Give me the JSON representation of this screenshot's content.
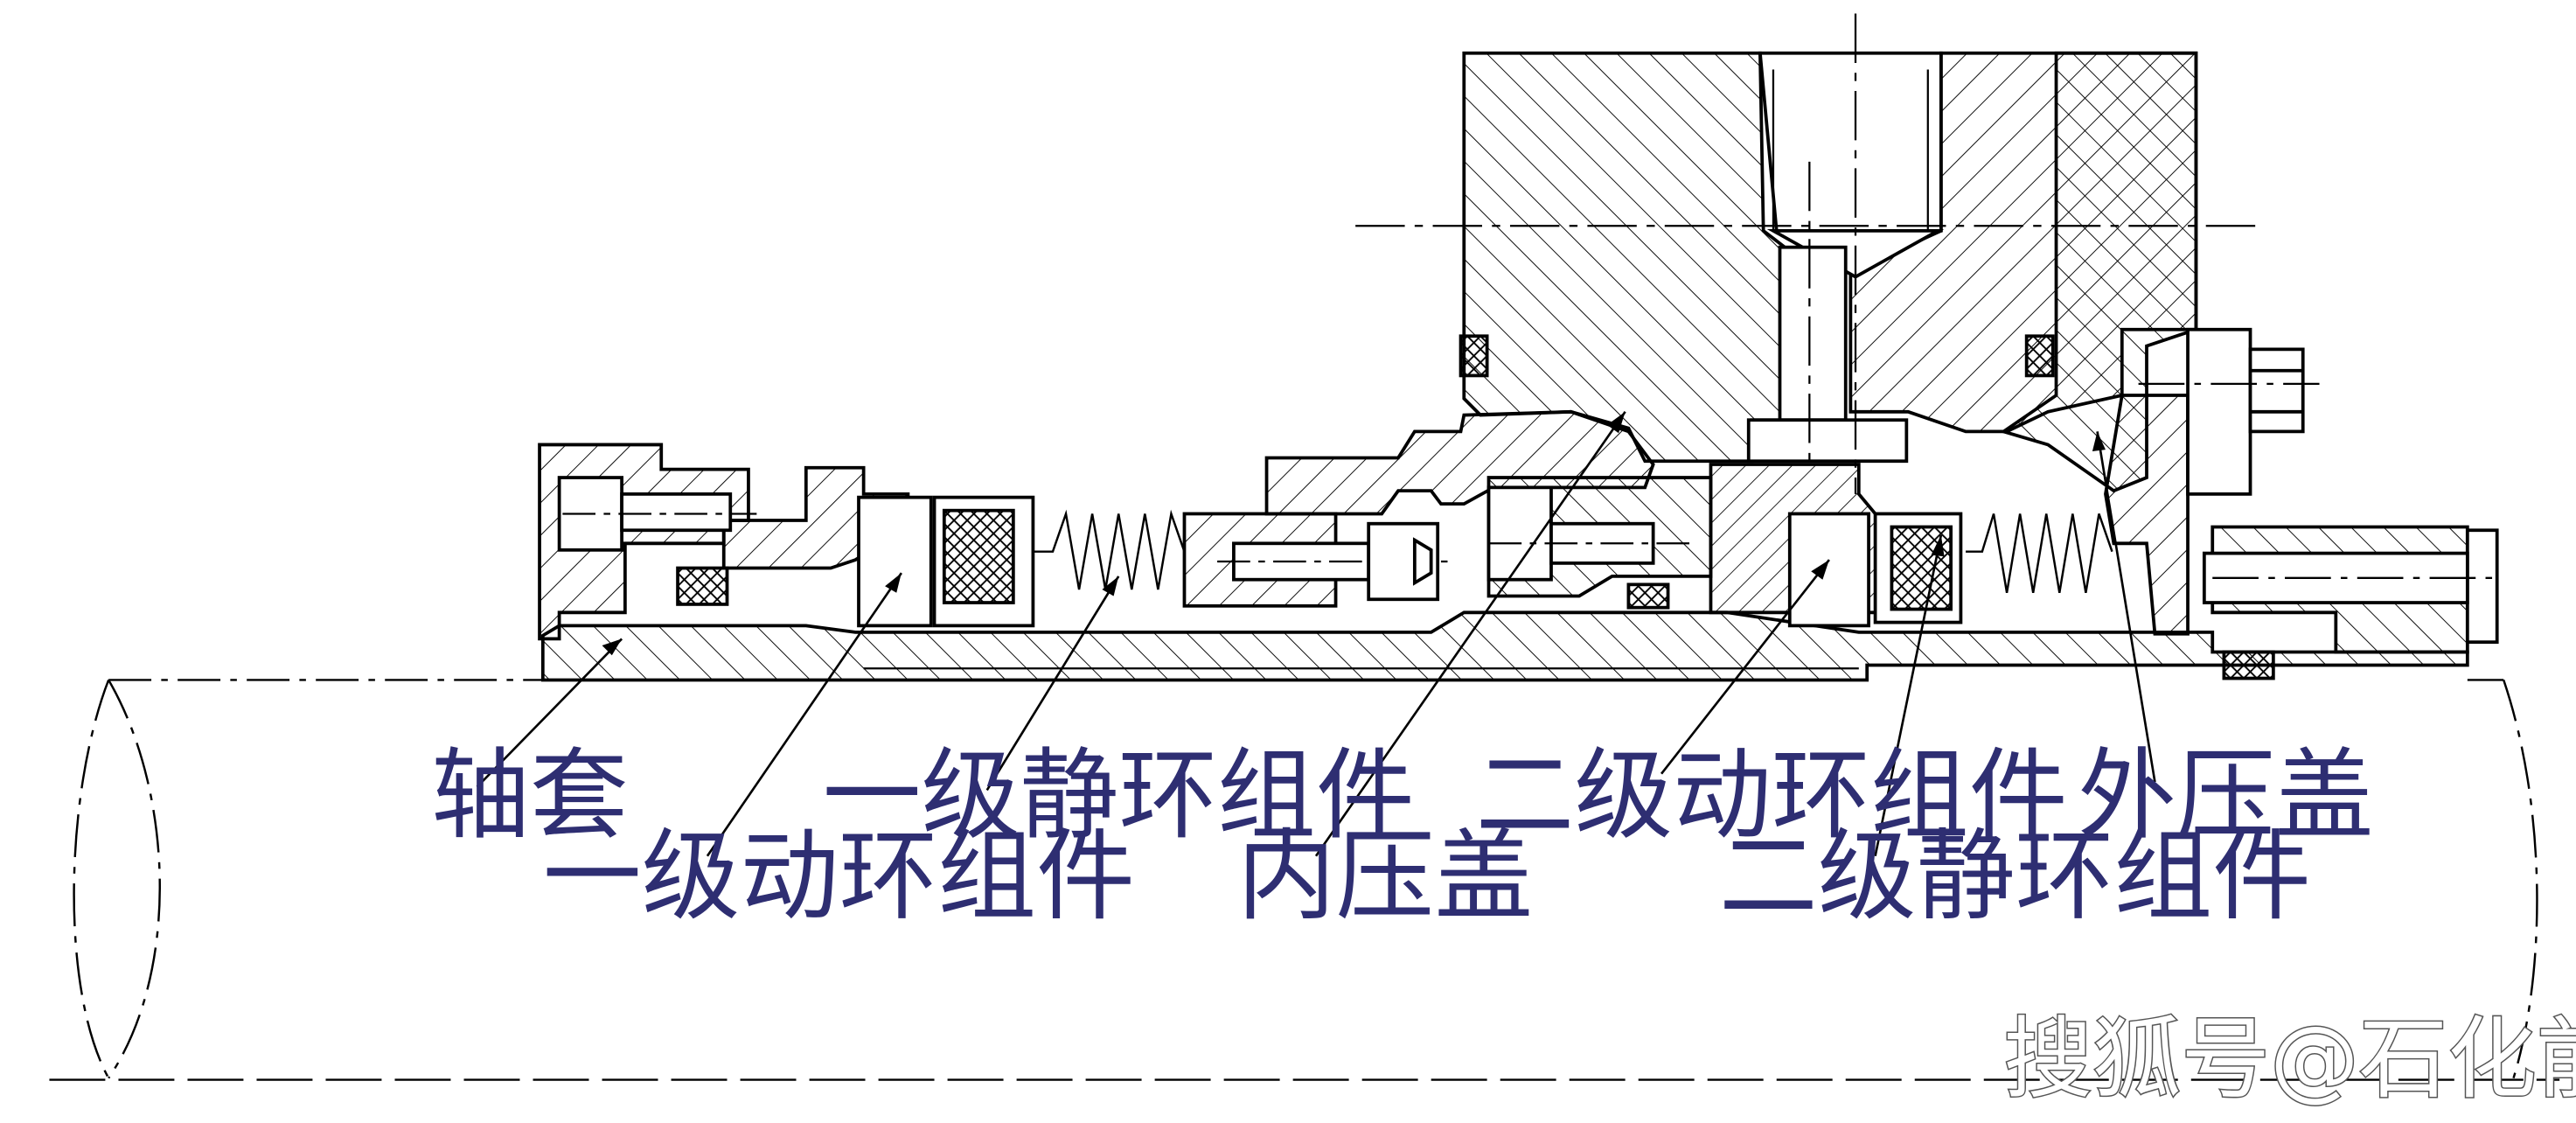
{
  "labels": {
    "shaft_sleeve": "轴套",
    "primary_rotating_ring": "一级动环组件",
    "primary_stationary_ring": "一级静环组件",
    "inner_gland": "内压盖",
    "secondary_rotating_ring": "二级动环组件",
    "secondary_stationary_ring": "二级静环组件",
    "outer_gland": "外压盖"
  },
  "watermark": "搜狐号@石化前沿小兵",
  "colors": {
    "line": "#000000",
    "label_text": "#2e2e72",
    "background": "#ffffff"
  }
}
